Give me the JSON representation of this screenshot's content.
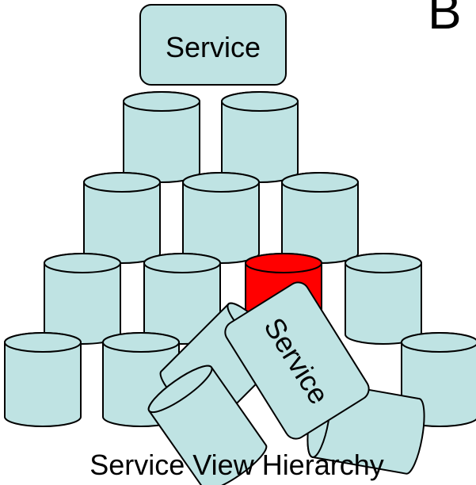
{
  "diagram": {
    "title": "Service View Hierarchy",
    "top_box_label": "Service",
    "tilted_box_label": "Service",
    "corner_letter": "B"
  },
  "colors": {
    "cylinder_fill": "#bfe3e3",
    "failed_cylinder_fill": "#ff0000",
    "box_fill": "#bfe3e3",
    "stroke": "#000000"
  },
  "elements": {
    "cylinder_count": 15,
    "failed_cylinder_count": 1
  }
}
